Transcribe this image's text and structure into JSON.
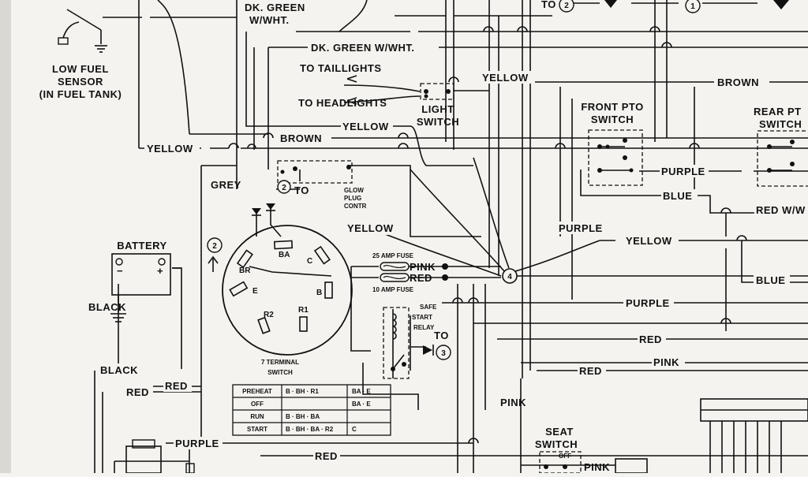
{
  "components": {
    "low_fuel_sensor": [
      "LOW FUEL",
      "SENSOR",
      "(IN FUEL TANK)"
    ],
    "battery": "BATTERY",
    "light_switch": [
      "LIGHT",
      "SWITCH"
    ],
    "front_pto_switch": [
      "FRONT PTO",
      "SWITCH"
    ],
    "rear_pto_switch": [
      "REAR PT",
      "SWITCH"
    ],
    "glow_plug_control": [
      "GLOW",
      "PLUG",
      "CONTR"
    ],
    "fuse_25": "25 AMP FUSE",
    "fuse_10": "10 AMP FUSE",
    "safe_start_relay": [
      "SAFE",
      "START",
      "RELAY"
    ],
    "seat_switch": [
      "SEAT",
      "SWITCH"
    ],
    "seat_switch_off": "OFF",
    "seven_terminal_switch": [
      "7 TERMINAL",
      "SWITCH"
    ]
  },
  "wire_labels": {
    "dk_green_wht_top": [
      "DK. GREEN",
      "W/WHT."
    ],
    "dk_green_wht": "DK. GREEN W/WHT.",
    "to_taillights": "TO TAILLIGHTS",
    "to_headlights": "TO HEADLIGHTS",
    "yellow_main": "YELLOW",
    "yellow_mid": "YELLOW",
    "yellow_left": "YELLOW",
    "yellow_glow": "YELLOW",
    "yellow_right": "YELLOW",
    "brown_mid": "BROWN",
    "brown_right": "BROWN",
    "grey": "GREY",
    "to": "TO",
    "to_2_top": "TO",
    "to_relay": "TO",
    "pink_fuse": "PINK",
    "red_fuse": "RED",
    "pink_lower": "PINK",
    "pink_bottom": "PINK",
    "pink_seat": "PINK",
    "purple_pto": "PURPLE",
    "purple_mid": "PURPLE",
    "purple_right": "PURPLE",
    "purple_bottom": "PURPLE",
    "blue_pto": "BLUE",
    "blue_right": "BLUE",
    "red_w": "RED W/W",
    "red_right": "RED",
    "red_mid": "RED",
    "red_left": "RED",
    "red_left2": "RED",
    "red_bottom": "RED",
    "black_batt": "BLACK",
    "black_left": "BLACK"
  },
  "terminals": [
    "BA",
    "BR",
    "C",
    "E",
    "B",
    "R2",
    "R1"
  ],
  "callouts": [
    "2",
    "1",
    "2",
    "2",
    "4",
    "3"
  ],
  "switch_table": {
    "rows": [
      [
        "PREHEAT",
        "B · BH · R1",
        "BA · E"
      ],
      [
        "OFF",
        "",
        "BA · E"
      ],
      [
        "RUN",
        "B · BH · BA",
        ""
      ],
      [
        "START",
        "B · BH · BA · R2",
        "C"
      ]
    ]
  },
  "colors": {
    "ink": "#111111",
    "paper": "#f4f3ef"
  },
  "icons": [
    "ground-symbol",
    "diode-symbol",
    "switch-contact"
  ]
}
